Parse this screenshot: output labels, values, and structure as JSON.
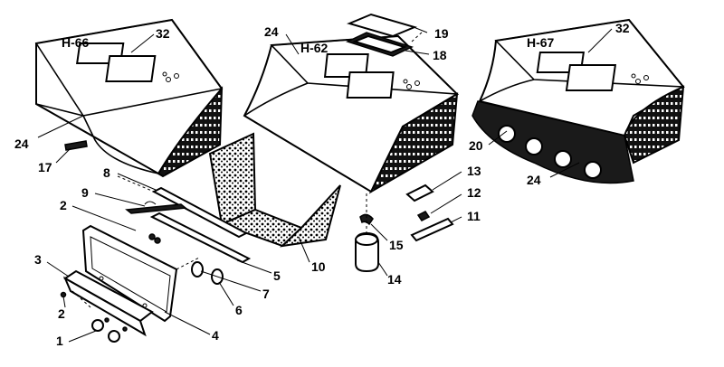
{
  "models": {
    "h66": "H-66",
    "h62": "H-62",
    "h67": "H-67"
  },
  "callouts": {
    "c1": "1",
    "c2a": "2",
    "c2b": "2",
    "c3": "3",
    "c4": "4",
    "c5": "5",
    "c6": "6",
    "c7": "7",
    "c8": "8",
    "c9": "9",
    "c10": "10",
    "c11": "11",
    "c12": "12",
    "c13": "13",
    "c14": "14",
    "c15": "15",
    "c17": "17",
    "c18": "18",
    "c19": "19",
    "c20": "20",
    "c24a": "24",
    "c24b": "24",
    "c24c": "24",
    "c32a": "32",
    "c32b": "32"
  }
}
